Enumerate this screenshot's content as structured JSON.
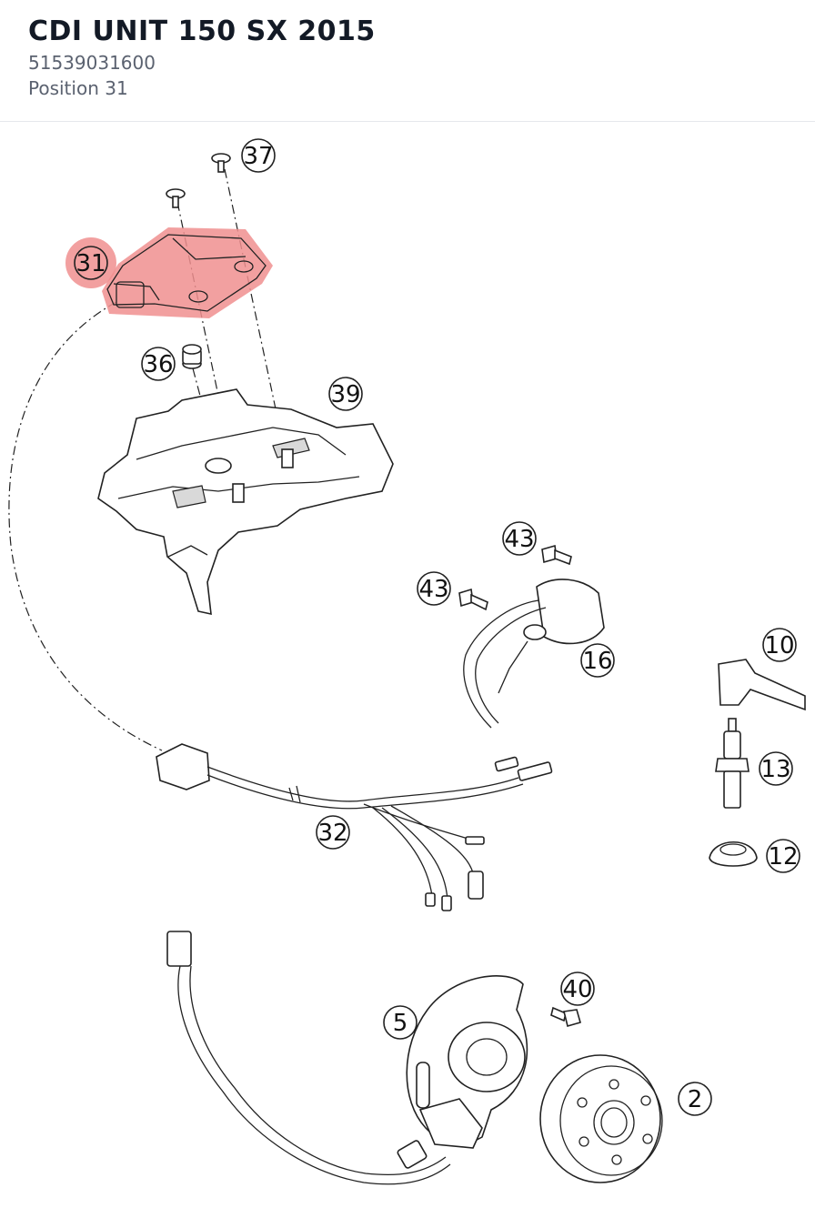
{
  "header": {
    "title": "CDI UNIT 150 SX 2015",
    "part_number": "51539031600",
    "position": "Position 31"
  },
  "diagram": {
    "highlight_color": "#f08f8f",
    "callouts": {
      "c31": "31",
      "c37": "37",
      "c36": "36",
      "c39": "39",
      "c43a": "43",
      "c43b": "43",
      "c16": "16",
      "c10": "10",
      "c13": "13",
      "c12": "12",
      "c32": "32",
      "c40": "40",
      "c5": "5",
      "c2": "2"
    }
  }
}
